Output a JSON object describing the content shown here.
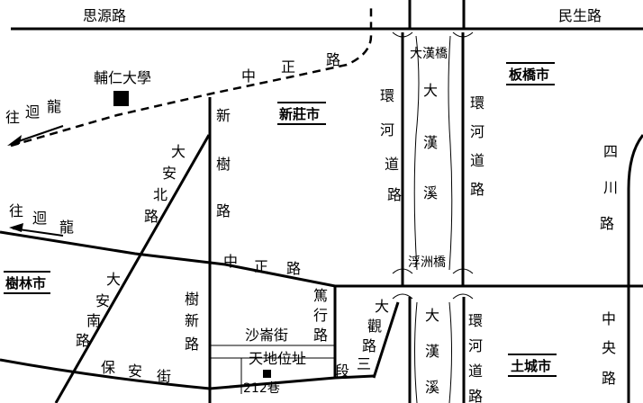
{
  "roads": {
    "siyuan": "思源路",
    "minsheng": "民生路",
    "zhongzheng_top": [
      "中",
      "正",
      "路"
    ],
    "xinshu": [
      "新",
      "樹",
      "路"
    ],
    "daan_north": [
      "大",
      "安",
      "北",
      "路"
    ],
    "huanhe_west": [
      "環",
      "河",
      "道",
      "路"
    ],
    "huanhe_east": [
      "環",
      "河",
      "道",
      "路"
    ],
    "huanhe_east_lower": [
      "環",
      "河",
      "道",
      "路"
    ],
    "sichuan": [
      "四",
      "川",
      "路"
    ],
    "zhongzheng_mid": [
      "中",
      "正",
      "路"
    ],
    "daan_south": [
      "大",
      "安",
      "南",
      "路"
    ],
    "shuxin": [
      "樹",
      "新",
      "路"
    ],
    "duxing": [
      "篤",
      "行",
      "路"
    ],
    "daguan": [
      "大",
      "觀",
      "路"
    ],
    "shalun": "沙崙街",
    "baoan": [
      "保",
      "安",
      "街"
    ],
    "duan_san": [
      "段",
      "三"
    ],
    "zhongyang": [
      "中",
      "央",
      "路"
    ],
    "lane": "212巷"
  },
  "directions": {
    "to_long_top": [
      "往",
      "迴",
      "龍"
    ],
    "to_long_mid": [
      "往",
      "迴",
      "龍"
    ]
  },
  "places": {
    "furen": "輔仁大學",
    "xinzhuang": "新莊市",
    "banqiao": "板橋市",
    "shulin": "樹林市",
    "tucheng": "土城市",
    "site": "天地位址"
  },
  "rivers": {
    "dahan_top": [
      "大",
      "漢",
      "溪"
    ],
    "dahan_bottom": [
      "大",
      "漢",
      "溪"
    ]
  },
  "bridges": {
    "dahan_bridge": "大漢橋",
    "fuzhou_bridge": "浮洲橋"
  }
}
